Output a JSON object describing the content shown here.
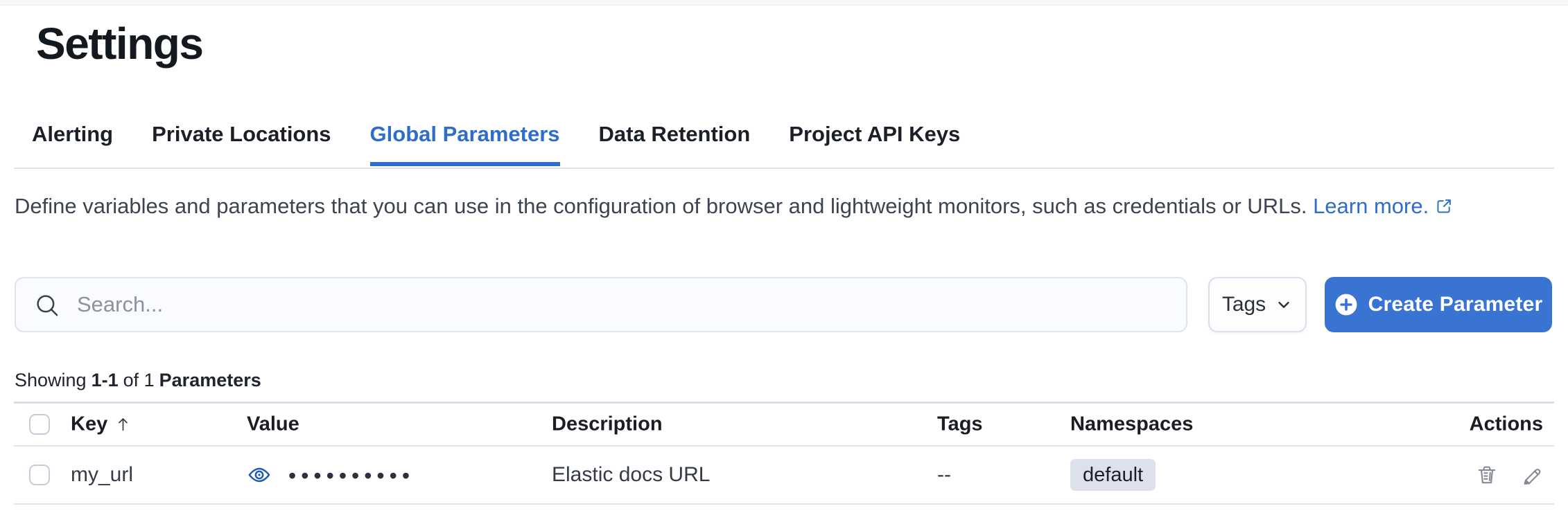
{
  "page": {
    "title": "Settings"
  },
  "tabs": [
    {
      "label": "Alerting",
      "active": false
    },
    {
      "label": "Private Locations",
      "active": false
    },
    {
      "label": "Global Parameters",
      "active": true
    },
    {
      "label": "Data Retention",
      "active": false
    },
    {
      "label": "Project API Keys",
      "active": false
    }
  ],
  "description": {
    "text": "Define variables and parameters that you can use in the configuration of browser and lightweight monitors, such as credentials or URLs.",
    "link_label": "Learn more."
  },
  "toolbar": {
    "search_placeholder": "Search...",
    "tags_filter_label": "Tags",
    "create_button_label": "Create Parameter"
  },
  "summary": {
    "showing_label": "Showing",
    "range": "1-1",
    "of_label": "of 1",
    "entity_label": "Parameters"
  },
  "table": {
    "headers": {
      "key": "Key",
      "value": "Value",
      "description": "Description",
      "tags": "Tags",
      "namespaces": "Namespaces",
      "actions": "Actions"
    },
    "sort": {
      "column": "Key",
      "direction": "ascending"
    },
    "rows": [
      {
        "key": "my_url",
        "value_masked": "••••••••••",
        "description": "Elastic docs URL",
        "tags": "--",
        "namespace": "default"
      }
    ]
  },
  "colors": {
    "accent_blue": "#3a74d3",
    "link_blue": "#2e6dc9",
    "badge_bg": "#dce1ec",
    "table_border": "#e0e4ee",
    "text_dark": "#1b1f27"
  }
}
